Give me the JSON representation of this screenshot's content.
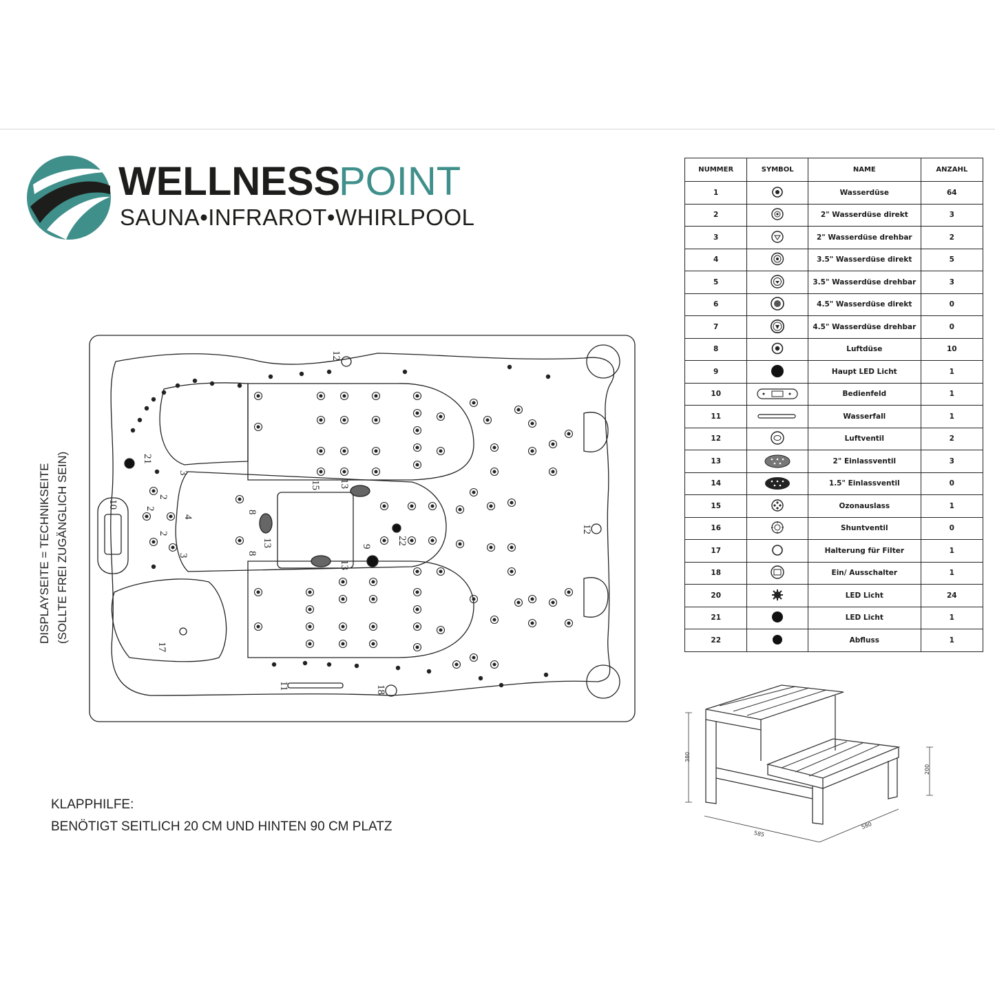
{
  "brand": {
    "name_bold": "WELLNESS",
    "name_light": "POINT",
    "tagline": "SAUNA•INFRAROT•WHIRLPOOL",
    "colors": {
      "teal": "#3f8f8a",
      "dark": "#1d1d1b"
    }
  },
  "side_label": {
    "line1": "DISPLAYSEITE = TECHNIKSEITE",
    "line2": "(SOLLTE FREI ZUGÄNGLICH SEIN)"
  },
  "legend": {
    "headers": [
      "NUMMER",
      "SYMBOL",
      "NAME",
      "ANZAHL"
    ],
    "rows": [
      {
        "nummer": "1",
        "symbol": "water-jet-icon",
        "name": "Wasserdüse",
        "anzahl": "64"
      },
      {
        "nummer": "2",
        "symbol": "jet-2-direct-icon",
        "name": "2\" Wasserdüse direkt",
        "anzahl": "3"
      },
      {
        "nummer": "3",
        "symbol": "jet-2-rotating-icon",
        "name": "2\" Wasserdüse drehbar",
        "anzahl": "2"
      },
      {
        "nummer": "4",
        "symbol": "jet-35-direct-icon",
        "name": "3.5\" Wasserdüse direkt",
        "anzahl": "5"
      },
      {
        "nummer": "5",
        "symbol": "jet-35-rotating-icon",
        "name": "3.5\" Wasserdüse drehbar",
        "anzahl": "3"
      },
      {
        "nummer": "6",
        "symbol": "jet-45-direct-icon",
        "name": "4.5\" Wasserdüse direkt",
        "anzahl": "0"
      },
      {
        "nummer": "7",
        "symbol": "jet-45-rotating-icon",
        "name": "4.5\" Wasserdüse drehbar",
        "anzahl": "0"
      },
      {
        "nummer": "8",
        "symbol": "air-jet-icon",
        "name": "Luftdüse",
        "anzahl": "10"
      },
      {
        "nummer": "9",
        "symbol": "main-led-icon",
        "name": "Haupt LED Licht",
        "anzahl": "1"
      },
      {
        "nummer": "10",
        "symbol": "control-panel-icon",
        "name": "Bedienfeld",
        "anzahl": "1"
      },
      {
        "nummer": "11",
        "symbol": "waterfall-icon",
        "name": "Wasserfall",
        "anzahl": "1"
      },
      {
        "nummer": "12",
        "symbol": "air-valve-icon",
        "name": "Luftventil",
        "anzahl": "2"
      },
      {
        "nummer": "13",
        "symbol": "inlet-valve-2-icon",
        "name": "2\" Einlassventil",
        "anzahl": "3"
      },
      {
        "nummer": "14",
        "symbol": "inlet-valve-15-icon",
        "name": "1.5\" Einlassventil",
        "anzahl": "0"
      },
      {
        "nummer": "15",
        "symbol": "ozone-outlet-icon",
        "name": "Ozonauslass",
        "anzahl": "1"
      },
      {
        "nummer": "16",
        "symbol": "shunt-valve-icon",
        "name": "Shuntventil",
        "anzahl": "0"
      },
      {
        "nummer": "17",
        "symbol": "filter-holder-icon",
        "name": "Halterung für Filter",
        "anzahl": "1"
      },
      {
        "nummer": "18",
        "symbol": "on-off-switch-icon",
        "name": "Ein/ Ausschalter",
        "anzahl": "1"
      },
      {
        "nummer": "20",
        "symbol": "led-light-icon",
        "name": "LED Licht",
        "anzahl": "24"
      },
      {
        "nummer": "21",
        "symbol": "led-light-dot-icon",
        "name": "LED Licht",
        "anzahl": "1"
      },
      {
        "nummer": "22",
        "symbol": "drain-icon",
        "name": "Abfluss",
        "anzahl": "1"
      }
    ]
  },
  "tub_labels": {
    "filter": "17",
    "control": "10",
    "waterfall": "11",
    "switch": "18",
    "air_valve_top": "12",
    "air_valve_right": "12",
    "led": "21",
    "main_led": "9",
    "drain": "22",
    "ozone": "15",
    "inlet_a": "13",
    "inlet_b": "13",
    "inlet_c": "13",
    "jet_2a": "2",
    "jet_2b": "2",
    "jet_2c": "2",
    "jet_3a": "3",
    "jet_3b": "3",
    "jet_4": "4",
    "jet_8a": "8",
    "jet_8b": "8"
  },
  "stairs": {
    "height_total": "380",
    "height_step": "200",
    "width": "585",
    "depth": "580"
  },
  "notes": {
    "line1": "KLAPPHILFE:",
    "line2": "BENÖTIGT SEITLICH 20 CM UND HINTEN 90 CM PLATZ"
  }
}
